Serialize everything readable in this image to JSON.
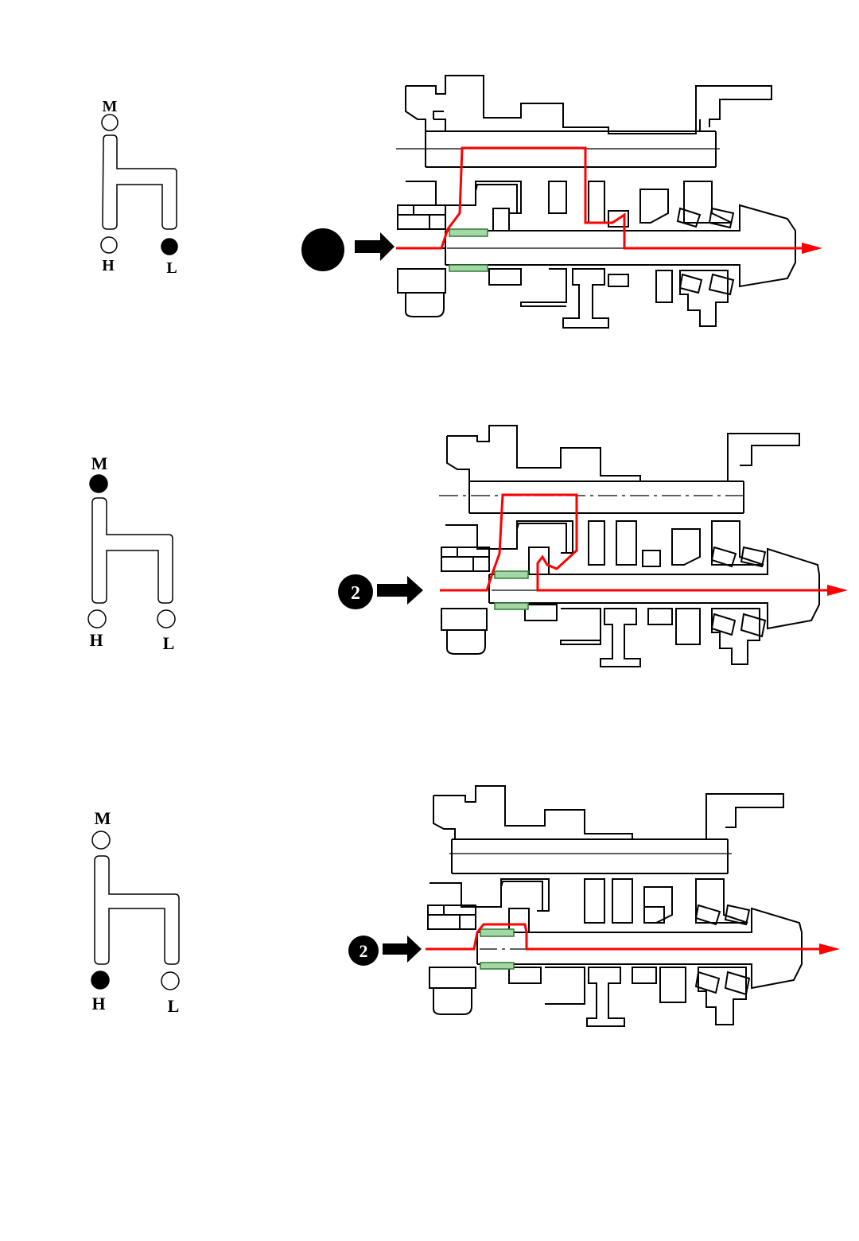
{
  "colors": {
    "power_flow": "#ff0000",
    "outline": "#000000",
    "bushing_hatch": "#2e7d32",
    "bearing_detail": "#1a237e"
  },
  "panels": [
    {
      "shifter": {
        "label_m": "M",
        "label_h": "H",
        "label_l": "L",
        "selected": "L"
      },
      "input_badge": {
        "text": ""
      }
    },
    {
      "shifter": {
        "label_m": "M",
        "label_h": "H",
        "label_l": "L",
        "selected": "M"
      },
      "input_badge": {
        "text": "2"
      }
    },
    {
      "shifter": {
        "label_m": "M",
        "label_h": "H",
        "label_l": "L",
        "selected": "H"
      },
      "input_badge": {
        "text": "2"
      }
    }
  ]
}
